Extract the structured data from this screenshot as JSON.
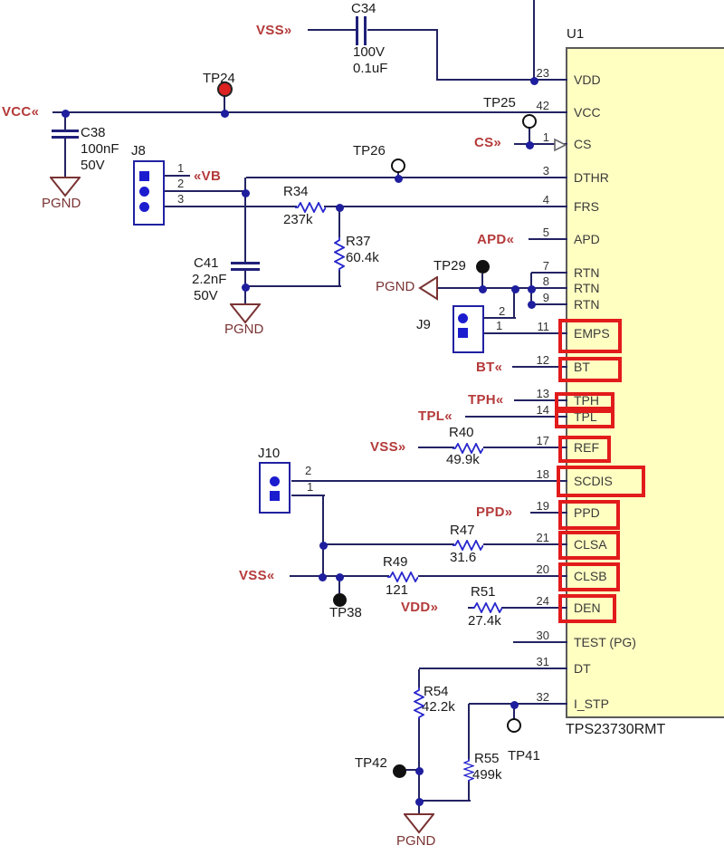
{
  "chip": {
    "refdes": "U1",
    "part_number": "TPS23730RMT",
    "pins": [
      {
        "num": "23",
        "name": "VDD"
      },
      {
        "num": "42",
        "name": "VCC"
      },
      {
        "num": "1",
        "name": "CS"
      },
      {
        "num": "3",
        "name": "DTHR"
      },
      {
        "num": "4",
        "name": "FRS"
      },
      {
        "num": "5",
        "name": "APD"
      },
      {
        "num": "7",
        "name": "RTN"
      },
      {
        "num": "8",
        "name": "RTN"
      },
      {
        "num": "9",
        "name": "RTN"
      },
      {
        "num": "11",
        "name": "EMPS",
        "highlighted": true
      },
      {
        "num": "12",
        "name": "BT",
        "overline": true,
        "highlighted": true
      },
      {
        "num": "13",
        "name": "TPH",
        "highlighted": true
      },
      {
        "num": "14",
        "name": "TPL",
        "highlighted": true
      },
      {
        "num": "17",
        "name": "REF",
        "highlighted": true
      },
      {
        "num": "18",
        "name": "SCDIS",
        "highlighted": true
      },
      {
        "num": "19",
        "name": "PPD",
        "highlighted": true
      },
      {
        "num": "21",
        "name": "CLSA",
        "highlighted": true
      },
      {
        "num": "20",
        "name": "CLSB",
        "highlighted": true
      },
      {
        "num": "24",
        "name": "DEN",
        "highlighted": true
      },
      {
        "num": "30",
        "name": "TEST (PG)"
      },
      {
        "num": "31",
        "name": "DT"
      },
      {
        "num": "32",
        "name": "I_STP"
      }
    ]
  },
  "components": {
    "c34": {
      "ref": "C34",
      "line1": "100V",
      "line2": "0.1uF"
    },
    "c38": {
      "ref": "C38",
      "line1": "100nF",
      "line2": "50V"
    },
    "c41": {
      "ref": "C41",
      "line1": "2.2nF",
      "line2": "50V"
    },
    "r34": {
      "ref": "R34",
      "value": "237k"
    },
    "r37": {
      "ref": "R37",
      "value": "60.4k"
    },
    "r40": {
      "ref": "R40",
      "value": "49.9k"
    },
    "r47": {
      "ref": "R47",
      "value": "31.6"
    },
    "r49": {
      "ref": "R49",
      "value": "121"
    },
    "r51": {
      "ref": "R51",
      "value": "27.4k"
    },
    "r54": {
      "ref": "R54",
      "value": "42.2k"
    },
    "r55": {
      "ref": "R55",
      "value": "499k"
    }
  },
  "connectors": {
    "j8": {
      "ref": "J8",
      "pins": [
        "1",
        "2",
        "3"
      ]
    },
    "j9": {
      "ref": "J9",
      "pins": [
        "2",
        "1"
      ]
    },
    "j10": {
      "ref": "J10",
      "pins": [
        "2",
        "1"
      ]
    }
  },
  "test_points": {
    "tp24": "TP24",
    "tp25": "TP25",
    "tp26": "TP26",
    "tp29": "TP29",
    "tp38": "TP38",
    "tp41": "TP41",
    "tp42": "TP42"
  },
  "net_labels": {
    "vss_c34": "VSS»",
    "vcc": "VCC«",
    "vb": "«VB",
    "cs": "CS»",
    "apd": "APD«",
    "bt": "BT«",
    "tph": "TPH«",
    "tpl": "TPL«",
    "vss_ref": "VSS»",
    "ppd": "PPD»",
    "vss_clsb": "VSS«",
    "vdd_den": "VDD»"
  },
  "grounds": {
    "label": "PGND"
  },
  "colors": {
    "wire": "#232363",
    "junction_dot": "#1e1e9e",
    "resistor_zigzag": "#2525cc",
    "net_label": "#b43a3a",
    "highlight_box": "#e21b1b",
    "chip_fill": "#ffffc2",
    "ground": "#7a3333",
    "connector_pin": "#1c1ccf",
    "test_point_red": "#dd2222"
  }
}
